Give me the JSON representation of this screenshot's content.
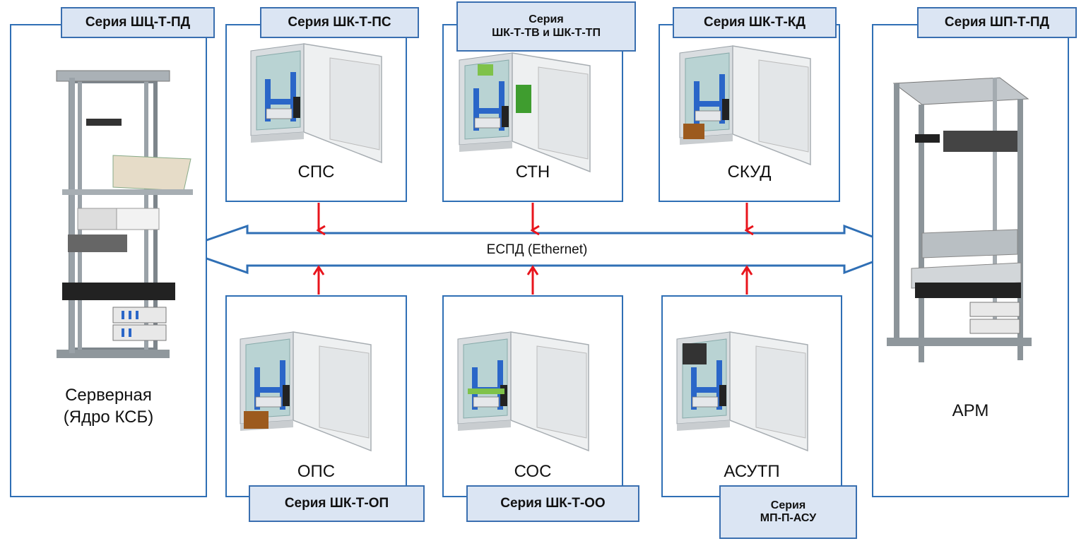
{
  "colors": {
    "panel_border": "#2f6fb5",
    "tag_fill": "#dbe5f3",
    "arrow_red": "#e8141c"
  },
  "bus": {
    "label": "ЕСПД (Ethernet)"
  },
  "nodes": {
    "server": {
      "series": "Серия ШЦ-Т-ПД",
      "caption_line1": "Серверная",
      "caption_line2": "(Ядро КСБ)"
    },
    "arm": {
      "series": "Серия ШП-Т-ПД",
      "caption": "АРМ"
    },
    "sps": {
      "series": "Серия ШК-Т-ПС",
      "caption": "СПС"
    },
    "stn": {
      "series_line1": "Серия",
      "series_line2": "ШК-Т-ТВ и ШК-Т-ТП",
      "caption": "СТН"
    },
    "skud": {
      "series": "Серия ШК-Т-КД",
      "caption": "СКУД"
    },
    "ops": {
      "series": "Серия ШК-Т-ОП",
      "caption": "ОПС"
    },
    "sos": {
      "series": "Серия ШК-Т-ОО",
      "caption": "СОС"
    },
    "asutp": {
      "series_line1": "Серия",
      "series_line2": "МП-П-АСУ",
      "caption": "АСУТП"
    }
  }
}
